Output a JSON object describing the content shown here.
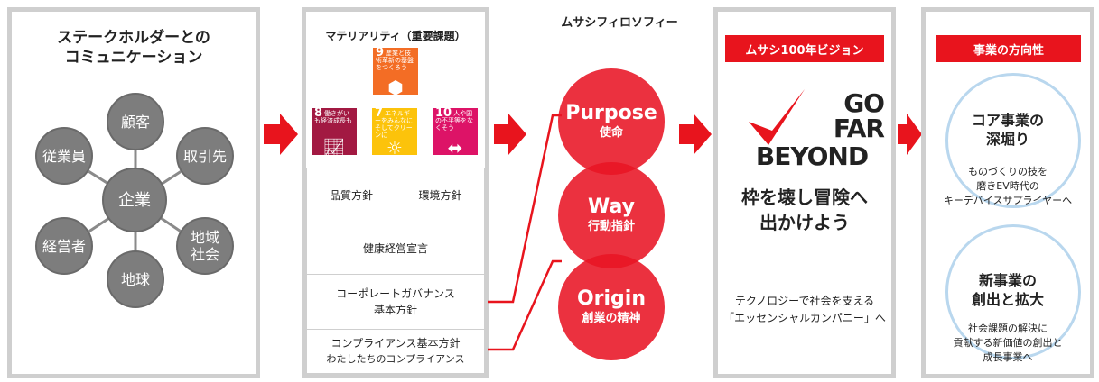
{
  "stakeholders": {
    "title_line1": "ステークホルダーとの",
    "title_line2": "コミュニケーション",
    "center": "企業",
    "nodes": [
      "顧客",
      "取引先",
      "地域\n社会",
      "地球",
      "経営者",
      "従業員"
    ],
    "node_color": "#7d7d7d"
  },
  "materiality": {
    "title": "マテリアリティ（重要課題）",
    "sdgs": [
      {
        "num": "9",
        "text": "産業と技術革新の基盤をつくろう",
        "color": "#f36d25",
        "icon": "cubes-icon"
      },
      {
        "num": "8",
        "text": "働きがいも経済成長も",
        "color": "#a21942",
        "icon": "growth-chart-icon"
      },
      {
        "num": "7",
        "text": "エネルギーをみんなにそしてクリーンに",
        "color": "#fcc30b",
        "icon": "sun-icon"
      },
      {
        "num": "10",
        "text": "人や国の不平等をなくそう",
        "color": "#dd1367",
        "icon": "equality-icon"
      }
    ],
    "policy_quality": "品質方針",
    "policy_env": "環境方針",
    "health": "健康経営宣言",
    "governance_line1": "コーポレートガバナンス",
    "governance_line2": "基本方針",
    "compliance_line1": "コンプライアンス基本方針",
    "compliance_line2": "わたしたちのコンプライアンス"
  },
  "philosophy": {
    "title": "ムサシフィロソフィー",
    "items": [
      {
        "en": "Purpose",
        "jp": "使命"
      },
      {
        "en": "Way",
        "jp": "行動指針"
      },
      {
        "en": "Origin",
        "jp": "創業の精神"
      }
    ],
    "accent": "#e8141d"
  },
  "vision": {
    "badge": "ムサシ100年ビジョン",
    "logo_line1": "GO",
    "logo_line2": "FAR",
    "logo_line3": "BEYOND",
    "slogan_line1": "枠を壊し冒険へ",
    "slogan_line2": "出かけよう",
    "desc_line1": "テクノロジーで社会を支える",
    "desc_line2": "「エッセンシャルカンパニー」へ"
  },
  "direction": {
    "badge": "事業の方向性",
    "core_title_line1": "コア事業の",
    "core_title_line2": "深堀り",
    "core_desc_line1": "ものづくりの技を",
    "core_desc_line2": "磨きEV時代の",
    "core_desc_line3": "キーデバイスサプライヤーへ",
    "new_title_line1": "新事業の",
    "new_title_line2": "創出と拡大",
    "new_desc_line1": "社会課題の解決に",
    "new_desc_line2": "貢献する新価値の創出と",
    "new_desc_line3": "成長事業へ"
  }
}
